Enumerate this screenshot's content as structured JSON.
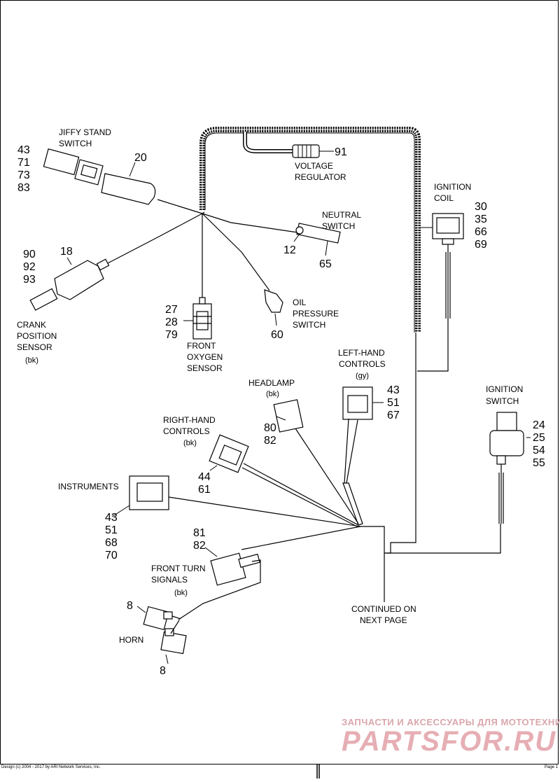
{
  "labels": {
    "jiffy_stand_switch": [
      "JIFFY STAND",
      "SWITCH"
    ],
    "voltage_regulator": [
      "VOLTAGE",
      "REGULATOR"
    ],
    "ignition_coil": [
      "IGNITION",
      "COIL"
    ],
    "neutral_switch": [
      "NEUTRAL",
      "SWITCH"
    ],
    "crank_position_sensor": [
      "CRANK",
      "POSITION",
      "SENSOR",
      "(bk)"
    ],
    "front_oxygen_sensor": [
      "FRONT",
      "OXYGEN",
      "SENSOR"
    ],
    "oil_pressure_switch": [
      "OIL",
      "PRESSURE",
      "SWITCH"
    ],
    "left_hand_controls": [
      "LEFT-HAND",
      "CONTROLS",
      "(gy)"
    ],
    "headlamp": [
      "HEADLAMP",
      "(bk)"
    ],
    "ignition_switch": [
      "IGNITION",
      "SWITCH"
    ],
    "right_hand_controls": [
      "RIGHT-HAND",
      "CONTROLS",
      "(bk)"
    ],
    "instruments": [
      "INSTRUMENTS"
    ],
    "front_turn_signals": [
      "FRONT TURN",
      "SIGNALS",
      "(bk)"
    ],
    "horn": [
      "HORN"
    ],
    "continued": [
      "CONTINUED ON",
      "NEXT PAGE"
    ]
  },
  "callouts": {
    "jiffy": [
      "43",
      "71",
      "73",
      "83"
    ],
    "jiffy_body": "20",
    "voltage_reg": "91",
    "ignition_coil": [
      "30",
      "35",
      "66",
      "69"
    ],
    "crank_body": "18",
    "crank": [
      "90",
      "92",
      "93"
    ],
    "neutral_a": "12",
    "neutral_b": "65",
    "oxygen": [
      "27",
      "28",
      "79"
    ],
    "oil": "60",
    "left_hand": [
      "43",
      "51",
      "67"
    ],
    "headlamp": [
      "80",
      "82"
    ],
    "ignition_switch": [
      "24",
      "25",
      "54",
      "55"
    ],
    "right_hand": [
      "44",
      "61"
    ],
    "instruments": [
      "43",
      "51",
      "68",
      "70"
    ],
    "turn_signals": [
      "81",
      "82"
    ],
    "horn_top": "8",
    "horn_bottom": "8"
  },
  "footer": {
    "copyright": "Design (c) 2004 - 2017 by ARI Network Services, Inc.",
    "page": "Page 1"
  },
  "watermark": {
    "line1": "ЗАПЧАСТИ И АКСЕССУАРЫ ДЛЯ МОТОТЕХНИКИ",
    "line2": "PARTSFOR.RU"
  }
}
